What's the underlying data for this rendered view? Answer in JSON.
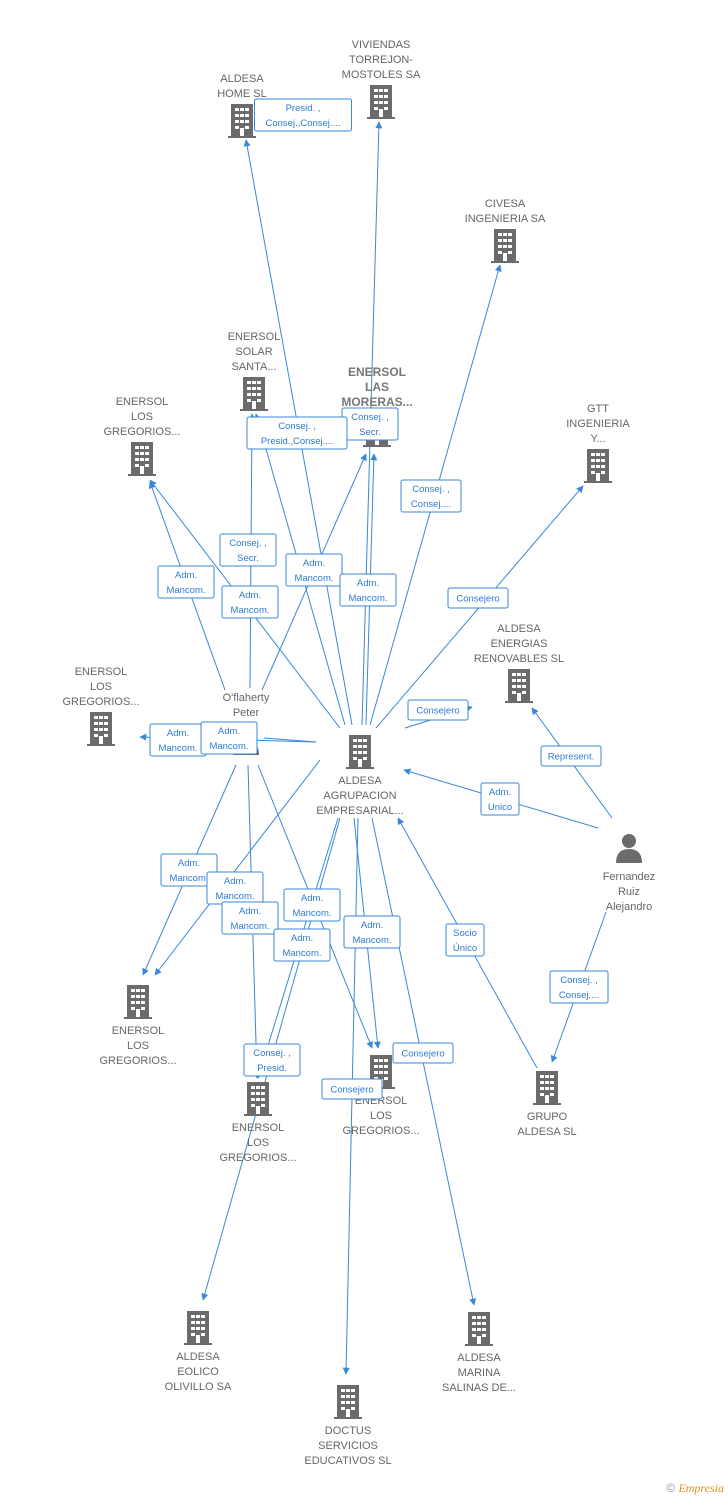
{
  "colors": {
    "edge": "#3a87d8",
    "node": "#666666",
    "label": "#666666"
  },
  "nodes": [
    {
      "id": "center",
      "type": "company",
      "label": [
        "ALDESA",
        "AGRUPACION",
        "EMPRESARIAL..."
      ]
    },
    {
      "id": "viviendas",
      "type": "company",
      "label": [
        "VIVIENDAS",
        "TORREJON-",
        "MOSTOLES SA"
      ]
    },
    {
      "id": "aldesa_home",
      "type": "company",
      "label": [
        "ALDESA",
        "HOME SL"
      ]
    },
    {
      "id": "civesa",
      "type": "company",
      "label": [
        "CIVESA",
        "INGENIERIA SA"
      ]
    },
    {
      "id": "solar_santa",
      "type": "company",
      "label": [
        "ENERSOL",
        "SOLAR",
        "SANTA..."
      ]
    },
    {
      "id": "las_moreras",
      "type": "company",
      "label": [
        "ENERSOL",
        "LAS",
        "MORERAS..."
      ],
      "bold": true
    },
    {
      "id": "greg1",
      "type": "company",
      "label": [
        "ENERSOL",
        "LOS",
        "GREGORIOS..."
      ]
    },
    {
      "id": "gtt",
      "type": "company",
      "label": [
        "GTT",
        "INGENIERIA",
        "Y..."
      ]
    },
    {
      "id": "aldesa_energias",
      "type": "company",
      "label": [
        "ALDESA",
        "ENERGIAS",
        "RENOVABLES SL"
      ]
    },
    {
      "id": "greg2",
      "type": "company",
      "label": [
        "ENERSOL",
        "LOS",
        "GREGORIOS..."
      ]
    },
    {
      "id": "oflaherty",
      "type": "person",
      "label": [
        "O'flaherty",
        "Peter"
      ]
    },
    {
      "id": "fernandez",
      "type": "person",
      "label": [
        "Fernandez",
        "Ruiz",
        "Alejandro"
      ]
    },
    {
      "id": "greg3",
      "type": "company",
      "label": [
        "ENERSOL",
        "LOS",
        "GREGORIOS..."
      ]
    },
    {
      "id": "greg4",
      "type": "company",
      "label": [
        "ENERSOL",
        "LOS",
        "GREGORIOS..."
      ]
    },
    {
      "id": "greg5",
      "type": "company",
      "label": [
        "ENERSOL",
        "LOS",
        "GREGORIOS..."
      ]
    },
    {
      "id": "grupo_aldesa",
      "type": "company",
      "label": [
        "GRUPO",
        "ALDESA SL"
      ]
    },
    {
      "id": "eolico",
      "type": "company",
      "label": [
        "ALDESA",
        "EOLICO",
        "OLIVILLO SA"
      ]
    },
    {
      "id": "doctus",
      "type": "company",
      "label": [
        "DOCTUS",
        "SERVICIOS",
        "EDUCATIVOS SL"
      ]
    },
    {
      "id": "marina",
      "type": "company",
      "label": [
        "ALDESA",
        "MARINA",
        "SALINAS DE..."
      ]
    }
  ],
  "relations": [
    {
      "id": "r1",
      "lines": [
        "Presid. ,",
        "Consej.,Consej...."
      ]
    },
    {
      "id": "r2",
      "lines": [
        "Consej. ,",
        "Secr."
      ]
    },
    {
      "id": "r3",
      "lines": [
        "Consej. ,",
        "Presid.,Consej...."
      ]
    },
    {
      "id": "r4",
      "lines": [
        "Consej. ,",
        "Consej...."
      ]
    },
    {
      "id": "r5",
      "lines": [
        "Consej. ,",
        "Secr."
      ]
    },
    {
      "id": "r6",
      "lines": [
        "Adm.",
        "Mancom."
      ]
    },
    {
      "id": "r7",
      "lines": [
        "Adm.",
        "Mancom."
      ]
    },
    {
      "id": "r8",
      "lines": [
        "Adm.",
        "Mancom."
      ]
    },
    {
      "id": "r9",
      "lines": [
        "Adm.",
        "Mancom."
      ]
    },
    {
      "id": "r10",
      "lines": [
        "Consejero"
      ]
    },
    {
      "id": "r11",
      "lines": [
        "Consejero"
      ]
    },
    {
      "id": "r12",
      "lines": [
        "Adm.",
        "Mancom."
      ]
    },
    {
      "id": "r13",
      "lines": [
        "Adm.",
        "Mancom."
      ]
    },
    {
      "id": "r14",
      "lines": [
        "Represent."
      ]
    },
    {
      "id": "r15",
      "lines": [
        "Adm.",
        "Unico"
      ]
    },
    {
      "id": "r16",
      "lines": [
        "Adm.",
        "Mancom."
      ]
    },
    {
      "id": "r17",
      "lines": [
        "Adm.",
        "Mancom."
      ]
    },
    {
      "id": "r18",
      "lines": [
        "Adm.",
        "Mancom."
      ]
    },
    {
      "id": "r19",
      "lines": [
        "Adm.",
        "Mancom."
      ]
    },
    {
      "id": "r20",
      "lines": [
        "Adm.",
        "Mancom."
      ]
    },
    {
      "id": "r21",
      "lines": [
        "Adm.",
        "Mancom."
      ]
    },
    {
      "id": "r22",
      "lines": [
        "Socio",
        "Único"
      ]
    },
    {
      "id": "r23",
      "lines": [
        "Consej. ,",
        "Consej...."
      ]
    },
    {
      "id": "r24",
      "lines": [
        "Consej. ,",
        "Presid."
      ]
    },
    {
      "id": "r25",
      "lines": [
        "Consejero"
      ]
    },
    {
      "id": "r26",
      "lines": [
        "Consejero"
      ]
    }
  ],
  "credit": {
    "symbol": "©",
    "brand": "Empresia"
  }
}
